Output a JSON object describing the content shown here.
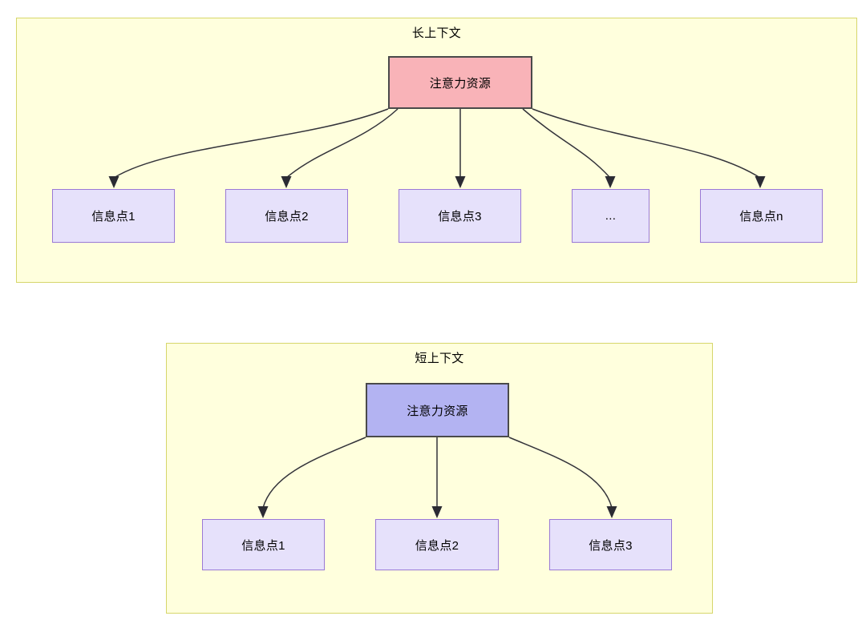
{
  "diagram": {
    "title_long": "长上下文",
    "title_short": "短上下文",
    "colors": {
      "group_fill": "#ffffdd",
      "group_border": "#d6d66b",
      "attention_long_fill": "#f9b3b8",
      "attention_short_fill": "#b3b3f2",
      "attention_border": "#4a4a4a",
      "info_fill": "#e6e1fb",
      "info_border": "#9a79d6",
      "edge_stroke": "#33333a",
      "text": "#000000"
    }
  },
  "long_context": {
    "title": "长上下文",
    "attention_node": {
      "label": "注意力资源"
    },
    "info_nodes": [
      {
        "label": "信息点1"
      },
      {
        "label": "信息点2"
      },
      {
        "label": "信息点3"
      },
      {
        "label": "..."
      },
      {
        "label": "信息点n"
      }
    ]
  },
  "short_context": {
    "title": "短上下文",
    "attention_node": {
      "label": "注意力资源"
    },
    "info_nodes": [
      {
        "label": "信息点1"
      },
      {
        "label": "信息点2"
      },
      {
        "label": "信息点3"
      }
    ]
  }
}
